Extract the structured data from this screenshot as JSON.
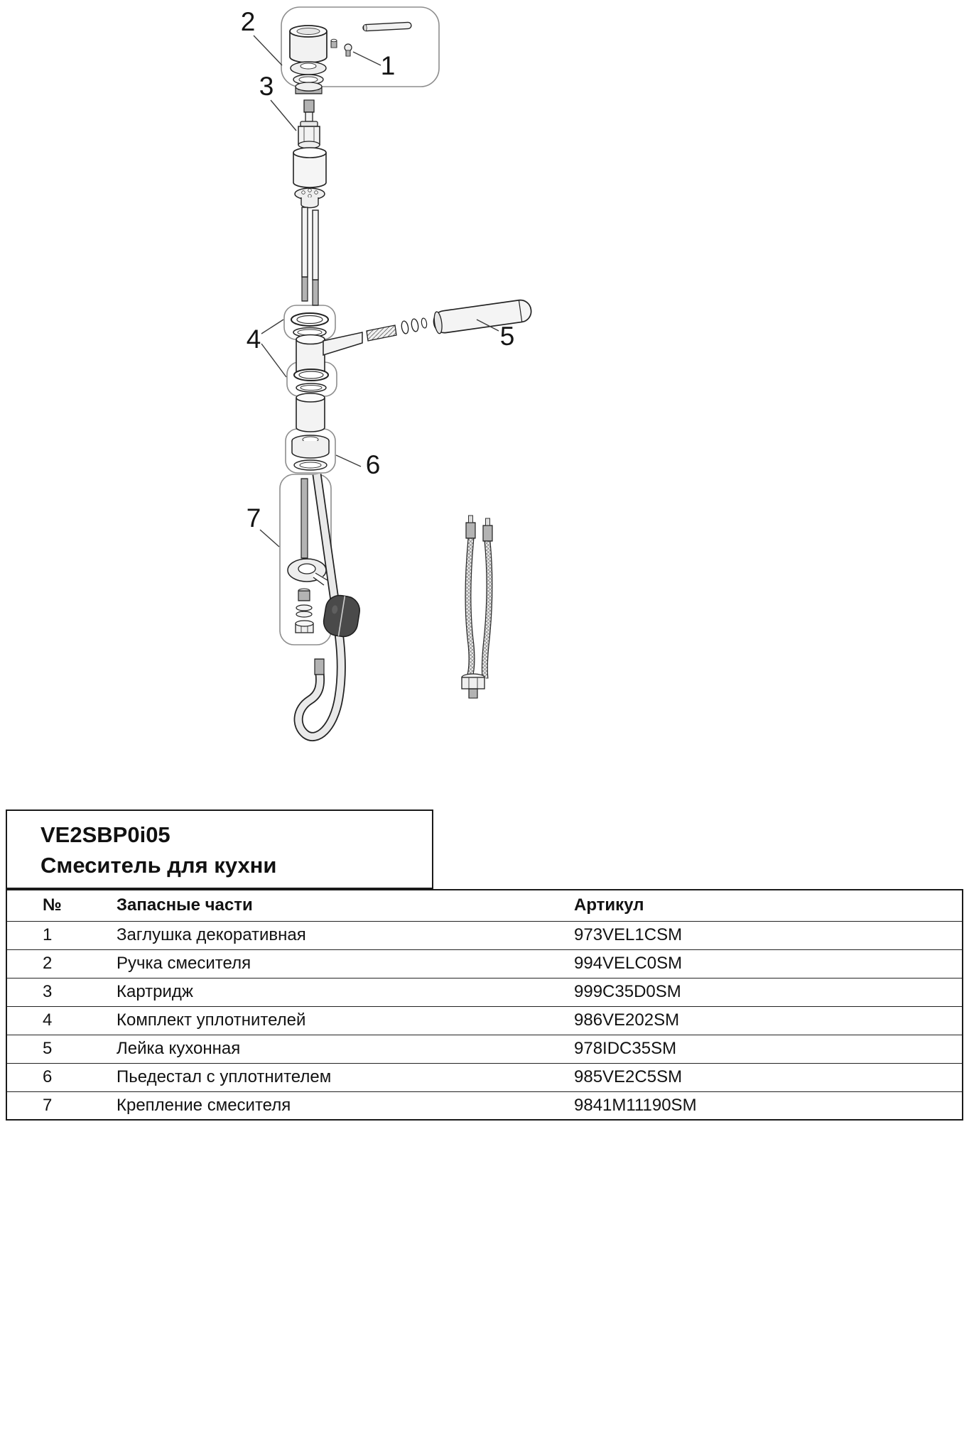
{
  "title_block": {
    "code": "VE2SBP0i05",
    "name": "Смеситель для кухни"
  },
  "diagram": {
    "callouts": {
      "c1": "1",
      "c2": "2",
      "c3": "3",
      "c4": "4",
      "c5": "5",
      "c6": "6",
      "c7": "7"
    }
  },
  "parts_table": {
    "headers": {
      "num": "№",
      "part": "Запасные части",
      "sku": "Артикул"
    },
    "rows": [
      {
        "num": "1",
        "part": "Заглушка декоративная",
        "sku": "973VEL1CSM"
      },
      {
        "num": "2",
        "part": "Ручка смесителя",
        "sku": "994VELC0SM"
      },
      {
        "num": "3",
        "part": "Картридж",
        "sku": "999C35D0SM"
      },
      {
        "num": "4",
        "part": "Комплект уплотнителей",
        "sku": "986VE202SM"
      },
      {
        "num": "5",
        "part": "Лейка кухонная",
        "sku": "978IDC35SM"
      },
      {
        "num": "6",
        "part": "Пьедестал с уплотнителем",
        "sku": "985VE2C5SM"
      },
      {
        "num": "7",
        "part": "Крепление смесителя",
        "sku": "9841M11190SM"
      }
    ]
  }
}
